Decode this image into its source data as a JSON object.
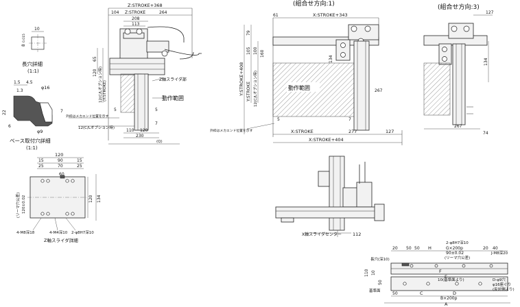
{
  "headings": {
    "combo1": "(組合せ方向:1)",
    "combo3": "(組合せ方向:3)",
    "hole_detail": "長穴詳細",
    "hole_scale": "(1:1)",
    "base_hole_detail": "ベース取付穴詳細",
    "base_hole_scale": "(1:1)",
    "z_slider_detail": "Z軸スライダ詳細"
  },
  "left_view": {
    "z_stroke": "Z:STROKE+368",
    "z_stroke_short": "Z:STROKE",
    "d104": "104",
    "d264": "264",
    "d208": "208",
    "d113": "113",
    "d65": "65",
    "d120": "120",
    "z_slider_part": "Z軸スライダ部",
    "range": "動作範囲",
    "y_stroke": "(Y:STROKE)",
    "c_option": "12(C/Lオプション時)",
    "c_option_bottom": "12(C/Lオプション時)",
    "end_note": "外枠はメカエンド位置を示す",
    "d5a": "5",
    "d5b": "5",
    "d7": "7",
    "d110": "110",
    "d120b": "120",
    "d230": "230",
    "q": "(Q)"
  },
  "hole_detail": {
    "d10": "10",
    "d8": "8",
    "tol": "0.015"
  },
  "base_detail": {
    "d15": "1.5",
    "d45": "4.5",
    "d13": "1.3",
    "d22": "22",
    "d6": "6",
    "phi16": "φ16",
    "phi9": "φ9",
    "d7": "7"
  },
  "middle_view": {
    "d61": "61",
    "x_stroke343": "X:STROKE+343",
    "d79": "79",
    "d105": "105",
    "d100": "100",
    "d160": "160",
    "d134": "134",
    "y_stroke408": "Y:STROKE+408",
    "y_stroke": "Y:STROKE",
    "c_option": "12(C/Lオプション時)",
    "range": "動作範囲",
    "d267": "267",
    "d5": "5",
    "d7": "7",
    "end_note": "外枠はメカエンド位置を示す",
    "x_stroke": "X:STROKE",
    "d277": "277",
    "d127": "127",
    "x_stroke404": "X:STROKE+404"
  },
  "right_view": {
    "d127": "127",
    "d134": "134",
    "d267": "267",
    "d74": "74"
  },
  "z_slider": {
    "d120": "120",
    "d15a": "15",
    "d90": "90",
    "d15b": "15",
    "d25a": "25",
    "d70": "70",
    "d25b": "25",
    "d60": "60",
    "ream_note": "(リーマ穴公差)",
    "tol": "120±0.02",
    "d120v": "120",
    "d134v": "134",
    "m8": "4-M8深18",
    "m4": "4-M4深10",
    "pin": "2-φ8H7深10"
  },
  "front_view": {
    "x_slider_center": "X軸スライダセンター",
    "d112": "112"
  },
  "base_view": {
    "d20": "20",
    "d50a": "50",
    "d50b": "50",
    "h": "H",
    "g": "G×200p",
    "d90": "90±0.02",
    "ream": "(リーマ穴公差)",
    "d20b": "20",
    "d40": "40",
    "pin": "2-φ8H7深10",
    "m8": "J-M8深20",
    "slot": "長穴(深10)",
    "d10": "10",
    "d110": "110",
    "d50c": "50",
    "base": "基準面",
    "ref10": "10(基準面より)",
    "d50d": "50",
    "c": "C",
    "d": "D",
    "e": "E",
    "f": "F",
    "b": "B×200p",
    "a": "A",
    "hole_a": "D-φ9穴",
    "hole_b": "φ16座ぐり",
    "hole_c": "(反対側より)"
  }
}
